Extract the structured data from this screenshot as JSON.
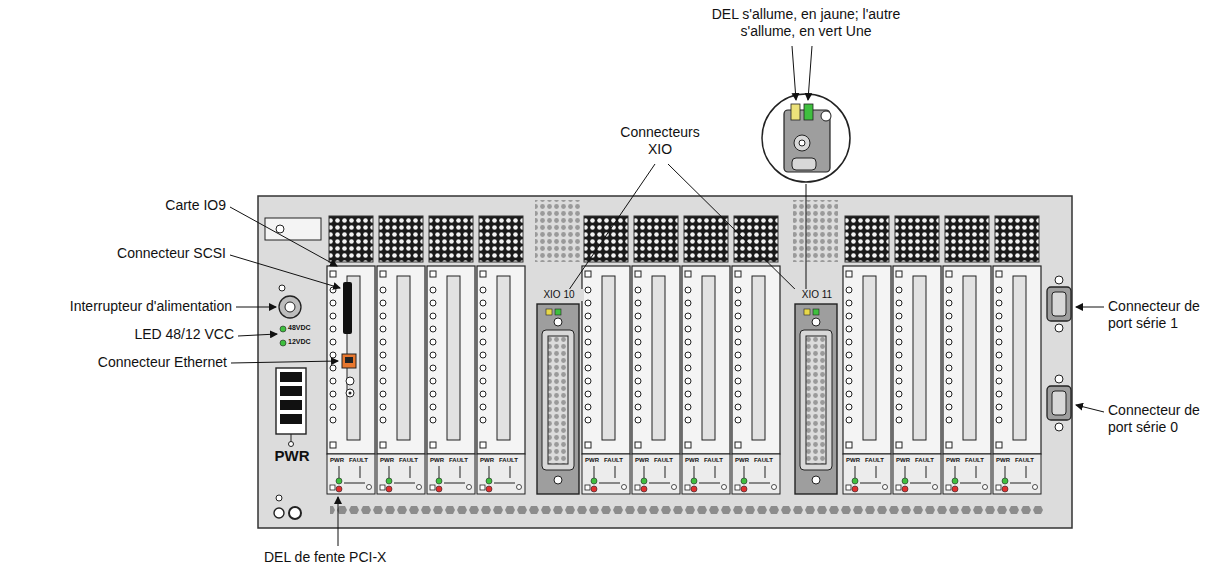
{
  "diagram": {
    "labels": [
      "DEL s'allume, en jaune; l'autre s'allume, en vert Une",
      "Connecteurs XIO",
      "Carte IO9",
      "Connecteur SCSI",
      "Interrupteur d'alimentation",
      "LED 48/12 VCC",
      "Connecteur Ethernet",
      "Connecteur de port série 1",
      "Connecteur de port série 0",
      "DEL de fente PCI-X",
      "48VDC",
      "12VDC",
      "PWR",
      "XIO 10",
      "XIO 11",
      "PWR",
      "FAULT",
      "PWR",
      "FAULT",
      "PWR",
      "FAULT",
      "PWR",
      "FAULT",
      "PWR",
      "FAULT",
      "PWR",
      "FAULT",
      "PWR",
      "FAULT",
      "PWR",
      "FAULT",
      "PWR",
      "FAULT",
      "PWR",
      "FAULT",
      "PWR",
      "FAULT",
      "PWR",
      "FAULT"
    ]
  }
}
